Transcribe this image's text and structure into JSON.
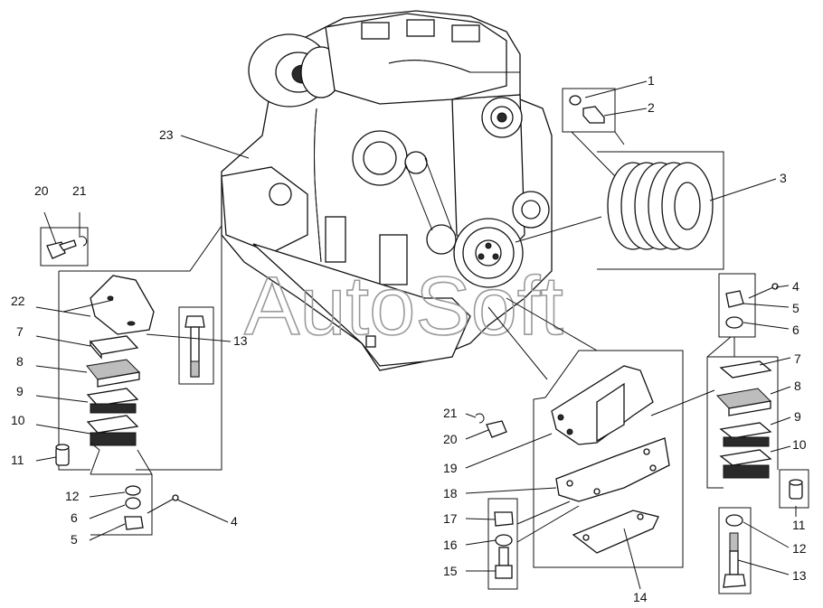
{
  "watermark": "AutoSoft",
  "callouts": {
    "engine": [
      "1",
      "2",
      "3",
      "23"
    ],
    "left_bracket": [
      "20",
      "21",
      "22",
      "13",
      "7",
      "8",
      "9",
      "10",
      "11",
      "12",
      "6",
      "5",
      "4"
    ],
    "right_bracket": [
      "21",
      "20",
      "19",
      "18",
      "17",
      "16",
      "15",
      "14"
    ],
    "right_mount": [
      "4",
      "5",
      "6",
      "7",
      "8",
      "9",
      "10",
      "11",
      "12",
      "13"
    ]
  }
}
